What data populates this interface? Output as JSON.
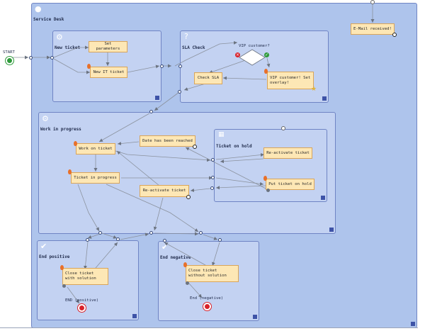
{
  "lanes": {
    "service_desk": "Service Desk",
    "new_ticket": "New ticket",
    "sla_check": "SLA Check",
    "work_in_progress": "Work in progress",
    "ticket_on_hold": "Ticket on hold",
    "end_positive": "End positive",
    "end_negative": "End negative"
  },
  "tasks": {
    "set_parameters": "Set parameters",
    "new_it_ticket": "New IT ticket",
    "check_sla": "Check SLA",
    "vip_customer_overlay": "VIP customer! Set overlay!",
    "email_received": "E-Mail received!",
    "work_on_ticket": "Work on ticket",
    "date_reached": "Date has been reached",
    "ticket_in_progress": "Ticket in progress",
    "reactivate_ticket_wip": "Re-activate ticket",
    "reactivate_ticket_hold": "Re-activate ticket",
    "put_ticket_on_hold": "Put ticket on hold",
    "close_with_solution": "Close ticket with solution",
    "close_without_solution": "Close ticket without solution"
  },
  "events": {
    "start": "START",
    "end_positive": "END (positive)",
    "end_negative": "End (negative)"
  },
  "gateways": {
    "vip_customer": "VIP customer?"
  },
  "colors": {
    "outer_lane": "#aec4ec",
    "inner_lane": "#c3d2f2",
    "task_fill": "#fde7b5",
    "task_border": "#d9a55a",
    "start_event": "#2e9a3a",
    "end_event": "#d8212a",
    "corner_marker": "#3e53a7"
  }
}
